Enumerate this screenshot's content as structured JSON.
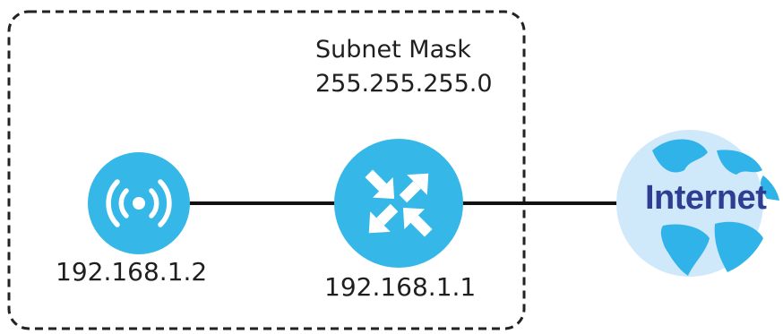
{
  "subnet": {
    "title": "Subnet Mask",
    "mask": "255.255.255.0"
  },
  "access_point": {
    "icon": "wireless-access-point-icon",
    "ip": "192.168.1.2"
  },
  "router": {
    "icon": "router-icon",
    "ip": "192.168.1.1"
  },
  "internet": {
    "icon": "globe-icon",
    "label": "Internet"
  },
  "colors": {
    "device_blue": "#35b8e8",
    "globe_light": "#cfe9fb",
    "globe_land": "#2fb3e8",
    "internet_text": "#2e3f93",
    "link_line": "#111111",
    "boundary": "#222222"
  }
}
